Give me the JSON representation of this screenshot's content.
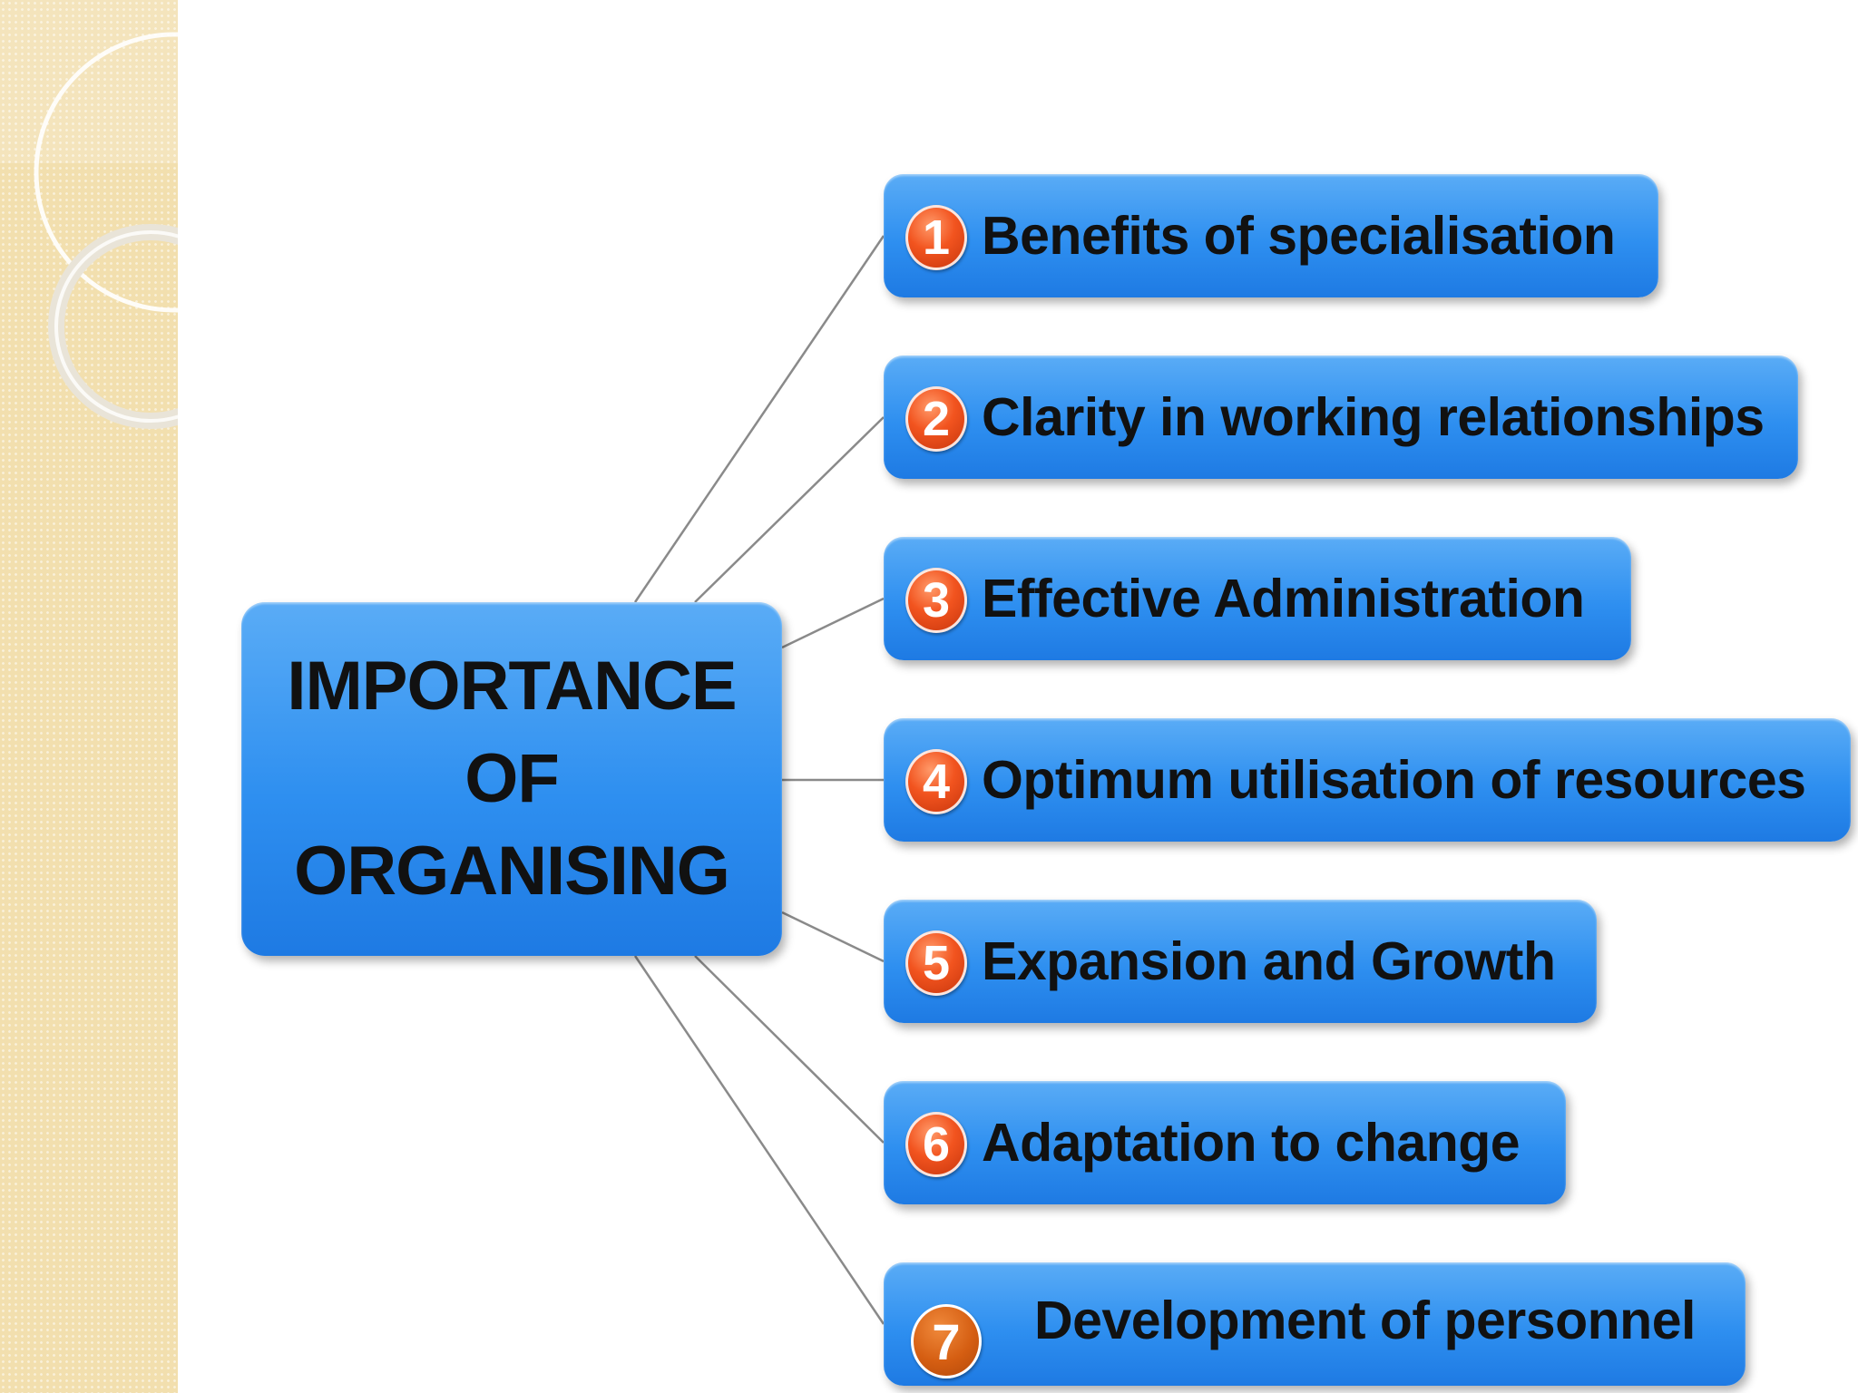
{
  "diagram": {
    "center": {
      "lines": [
        "IMPORTANCE",
        "OF",
        "ORGANISING"
      ]
    },
    "branches": [
      {
        "number": "1",
        "label": "Benefits of specialisation"
      },
      {
        "number": "2",
        "label": "Clarity in working relationships"
      },
      {
        "number": "3",
        "label": "Effective Administration"
      },
      {
        "number": "4",
        "label": "Optimum utilisation of resources"
      },
      {
        "number": "5",
        "label": "Expansion and Growth"
      },
      {
        "number": "6",
        "label": "Adaptation to change"
      },
      {
        "number": "7",
        "label": "Development of personnel"
      }
    ],
    "colors": {
      "box_fill": "#2e8ff0",
      "badge": "#f2541f",
      "connector": "#8a8a8a",
      "strip": "#f2dfae"
    }
  }
}
